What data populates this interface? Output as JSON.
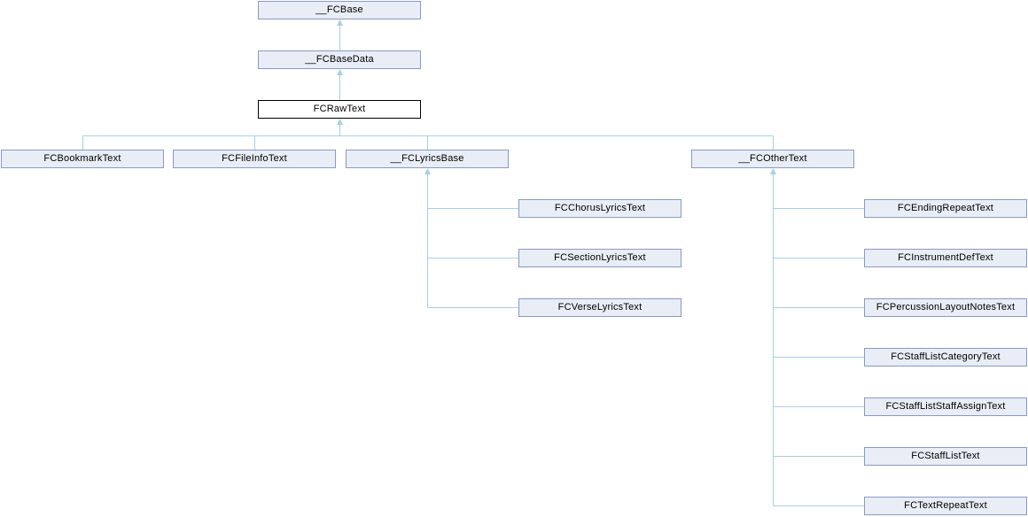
{
  "diagram": {
    "kind": "class-inheritance-graph",
    "current_class": "FCRawText",
    "nodes": [
      {
        "label": "__FCBase"
      },
      {
        "label": "__FCBaseData"
      },
      {
        "label": "FCRawText"
      },
      {
        "label": "FCBookmarkText"
      },
      {
        "label": "FCFileInfoText"
      },
      {
        "label": "__FCLyricsBase"
      },
      {
        "label": "__FCOtherText"
      },
      {
        "label": "FCChorusLyricsText"
      },
      {
        "label": "FCSectionLyricsText"
      },
      {
        "label": "FCVerseLyricsText"
      },
      {
        "label": "FCEndingRepeatText"
      },
      {
        "label": "FCInstrumentDefText"
      },
      {
        "label": "FCPercussionLayoutNotesText"
      },
      {
        "label": "FCStaffListCategoryText"
      },
      {
        "label": "FCStaffListStaffAssignText"
      },
      {
        "label": "FCStaffListText"
      },
      {
        "label": "FCTextRepeatText"
      }
    ],
    "edges": [
      {
        "derived": "__FCBaseData",
        "base": "__FCBase"
      },
      {
        "derived": "FCRawText",
        "base": "__FCBaseData"
      },
      {
        "derived": "FCBookmarkText",
        "base": "FCRawText"
      },
      {
        "derived": "FCFileInfoText",
        "base": "FCRawText"
      },
      {
        "derived": "__FCLyricsBase",
        "base": "FCRawText"
      },
      {
        "derived": "__FCOtherText",
        "base": "FCRawText"
      },
      {
        "derived": "FCChorusLyricsText",
        "base": "__FCLyricsBase"
      },
      {
        "derived": "FCSectionLyricsText",
        "base": "__FCLyricsBase"
      },
      {
        "derived": "FCVerseLyricsText",
        "base": "__FCLyricsBase"
      },
      {
        "derived": "FCEndingRepeatText",
        "base": "__FCOtherText"
      },
      {
        "derived": "FCInstrumentDefText",
        "base": "__FCOtherText"
      },
      {
        "derived": "FCPercussionLayoutNotesText",
        "base": "__FCOtherText"
      },
      {
        "derived": "FCStaffListCategoryText",
        "base": "__FCOtherText"
      },
      {
        "derived": "FCStaffListStaffAssignText",
        "base": "__FCOtherText"
      },
      {
        "derived": "FCStaffListText",
        "base": "__FCOtherText"
      },
      {
        "derived": "FCTextRepeatText",
        "base": "__FCOtherText"
      }
    ],
    "colors": {
      "node_fill": "#e8edf6",
      "node_border": "#8a99c4",
      "current_node_fill": "#ffffff",
      "current_node_border": "#000000",
      "connector": "#a8cfe6",
      "text": "#000000",
      "page_bg": "#ffffff"
    }
  }
}
